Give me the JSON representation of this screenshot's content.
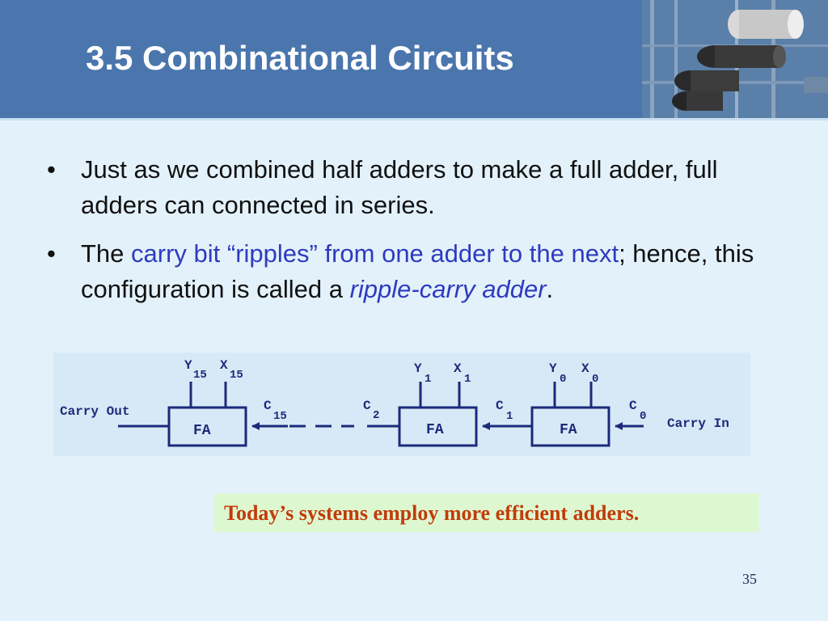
{
  "slide": {
    "title": "3.5 Combinational Circuits",
    "page_number": "35"
  },
  "bullets": [
    {
      "text": "Just as we combined half adders to make a full adder, full adders can connected in series."
    },
    {
      "prefix": "The ",
      "highlight": "carry bit “ripples” from one adder to the next",
      "middle": "; hence, this configuration is called a ",
      "italic": "ripple-carry adder",
      "suffix": "."
    }
  ],
  "diagram": {
    "carry_out_label": "Carry Out",
    "carry_in_label": "Carry In",
    "block_label": "FA",
    "blocks": [
      {
        "y_sub": "15",
        "x_sub": "15",
        "c_sub": "15"
      },
      {
        "y_sub": "1",
        "x_sub": "1",
        "c_sub": "2"
      },
      {
        "y_sub": "0",
        "x_sub": "0",
        "c_sub": "1"
      }
    ],
    "carry_in_sub": "0",
    "y_letter": "Y",
    "x_letter": "X",
    "c_letter": "C",
    "line_color": "#1b2a7a"
  },
  "note": {
    "text": "Today’s systems employ more efficient adders."
  }
}
